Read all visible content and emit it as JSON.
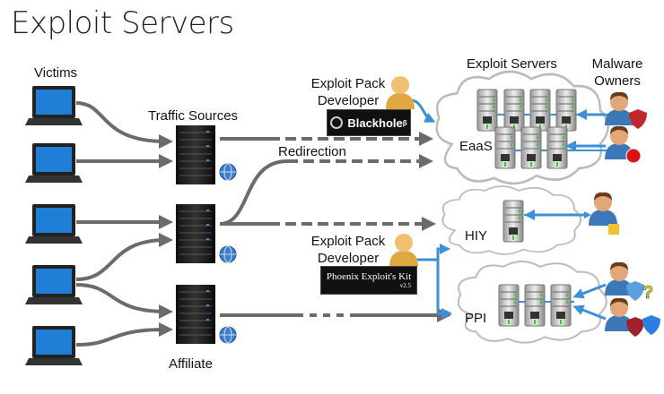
{
  "title": "Exploit Servers",
  "labels": {
    "victims": "Victims",
    "traffic_sources": "Traffic Sources",
    "affiliate": "Affiliate",
    "redirection": "Redirection",
    "exploit_servers": "Exploit Servers",
    "malware_owners": "Malware Owners",
    "developer_top": "Exploit Pack Developer",
    "developer_bottom": "Exploit Pack Developer"
  },
  "clouds": {
    "eaas": "EaaS",
    "hiy": "HIY",
    "ppi": "PPI"
  },
  "kits": {
    "blackhole": "Blackhole",
    "blackhole_sup": "β",
    "phoenix": "Phoenix Exploit's Kit",
    "phoenix_ver": "v2.5"
  },
  "colors": {
    "arrow_gray": "#6b6b6b",
    "arrow_blue": "#3d8fd6",
    "laptop_screen": "#1f7fd6",
    "person_blue": "#3c78b8",
    "developer_gold": "#e0a840"
  }
}
